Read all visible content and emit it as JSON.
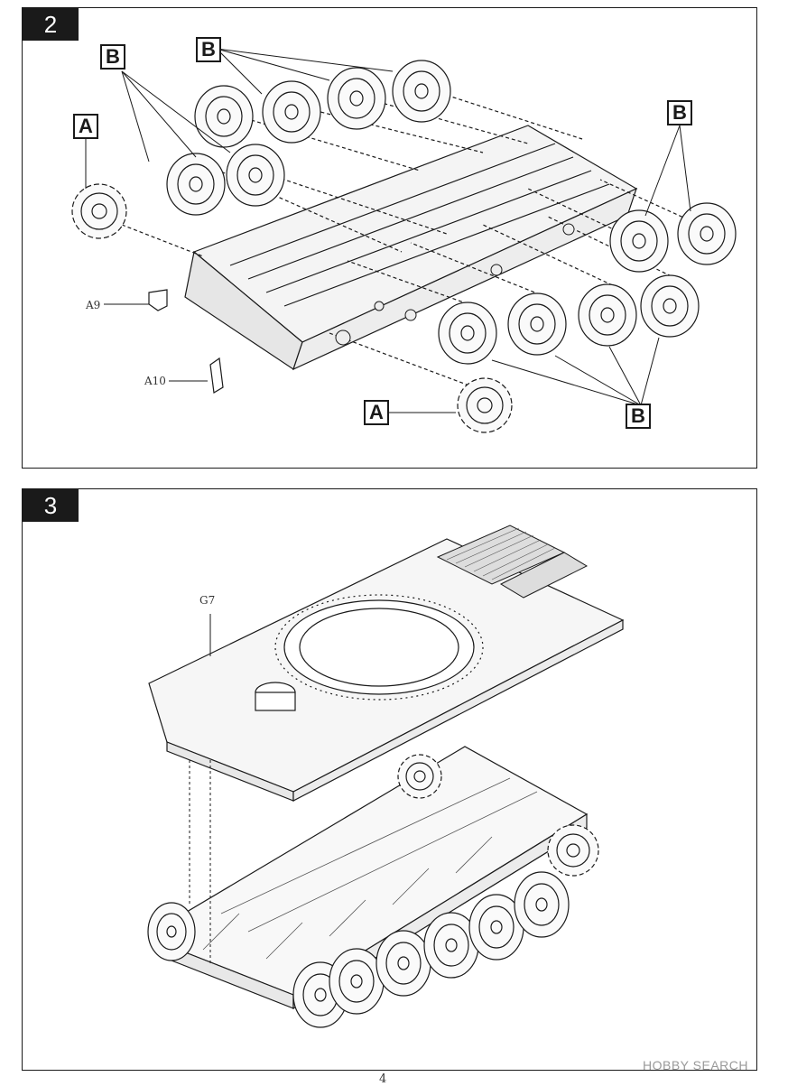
{
  "steps": [
    {
      "number": "2",
      "callouts": {
        "a_top": "A",
        "a_bottom": "A",
        "b_top_left": "B",
        "b_top_mid": "B",
        "b_right": "B",
        "b_bottom": "B"
      },
      "parts": {
        "a9": "A9",
        "a10": "A10"
      }
    },
    {
      "number": "3",
      "parts": {
        "g7": "G7"
      }
    }
  ],
  "page_number": "4",
  "watermark": "HOBBY SEARCH"
}
